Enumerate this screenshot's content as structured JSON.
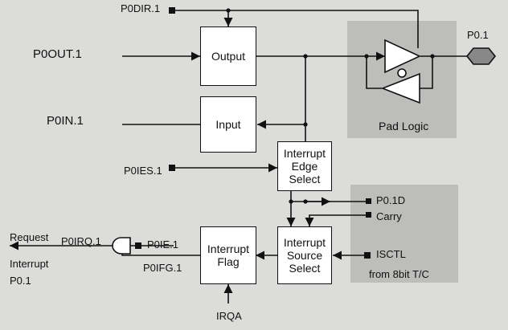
{
  "blocks": {
    "output": "Output",
    "input": "Input",
    "pad_logic": "Pad Logic",
    "edge_select": "Interrupt\nEdge\nSelect",
    "irq_flag": "Interrupt\nFlag",
    "source_select": "Interrupt\nSource\nSelect"
  },
  "signals": {
    "p0dir": "P0DIR.1",
    "p0out": "P0OUT.1",
    "p0in": "P0IN.1",
    "p0ies": "P0IES.1",
    "p0ie": "P0IE.1",
    "p0ifg": "P0IFG.1",
    "p0irq": "P0IRQ.1",
    "request": "Request",
    "interrupt": "Interrupt",
    "p01_irq": "P0.1",
    "irqa": "IRQA",
    "pin": "P0.1",
    "p01d": "P0.1D",
    "carry": "Carry",
    "isctl": "ISCTL",
    "timer": "from 8bit T/C"
  }
}
